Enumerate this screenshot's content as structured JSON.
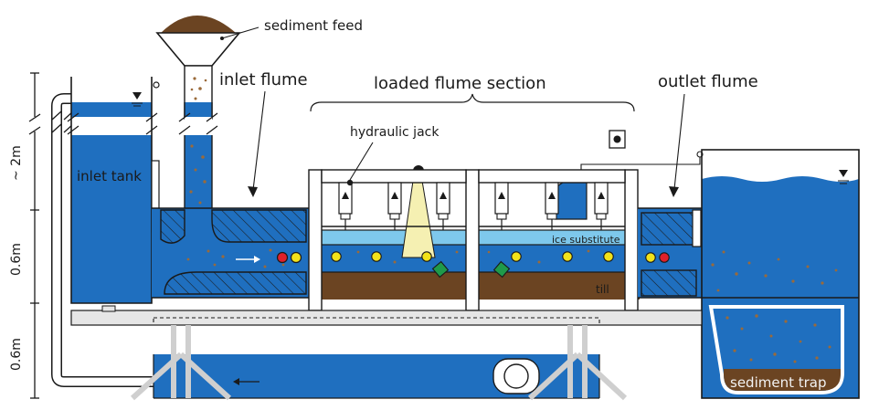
{
  "labels": {
    "sediment_feed": "sediment feed",
    "inlet_flume": "inlet flume",
    "loaded_flume_section": "loaded flume section",
    "outlet_flume": "outlet flume",
    "hydraulic_jack": "hydraulic jack",
    "inlet_tank": "inlet tank",
    "ice_substitute": "ice substitute",
    "till": "till",
    "sediment_trap": "sediment trap"
  },
  "scale": {
    "top": "~ 2m",
    "middle": "0.6m",
    "bottom": "0.6m"
  },
  "colors": {
    "water": "#1f6fbf",
    "ice": "#7ec8ec",
    "till": "#6b4422",
    "sediment": "#9a6a3a",
    "frame": "#d9d9d9",
    "sensor_red": "#e0202a",
    "sensor_yellow": "#f2e21a",
    "sensor_green": "#1f9a4a",
    "outline": "#1a1a1a"
  }
}
